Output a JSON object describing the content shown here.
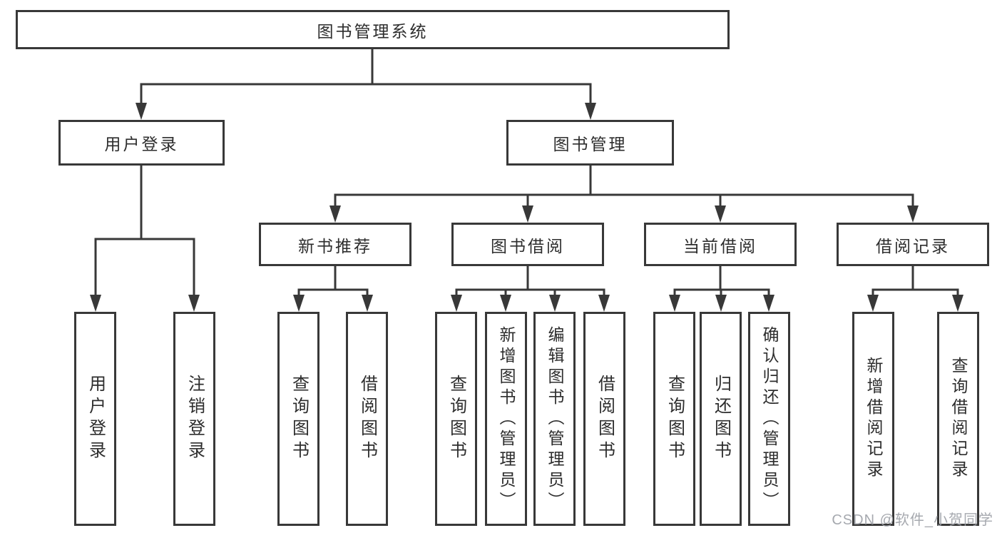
{
  "colors": {
    "line": "#383838",
    "border": "#383838",
    "text": "#2d2d2d",
    "watermark": "#9ca0a6",
    "background": "#ffffff"
  },
  "watermark": {
    "text": "CSDN @软件_小贺同学"
  },
  "tree": {
    "root": {
      "label": "图书管理系统"
    },
    "children": [
      {
        "label": "用户登录",
        "children": [
          {
            "label": "用户登录"
          },
          {
            "label": "注销登录"
          }
        ]
      },
      {
        "label": "图书管理",
        "children": [
          {
            "label": "新书推荐",
            "children": [
              {
                "label": "查询图书"
              },
              {
                "label": "借阅图书"
              }
            ]
          },
          {
            "label": "图书借阅",
            "children": [
              {
                "label": "查询图书"
              },
              {
                "label": "新增图书（管理员）"
              },
              {
                "label": "编辑图书（管理员）"
              },
              {
                "label": "借阅图书"
              }
            ]
          },
          {
            "label": "当前借阅",
            "children": [
              {
                "label": "查询图书"
              },
              {
                "label": "归还图书"
              },
              {
                "label": "确认归还（管理员）"
              }
            ]
          },
          {
            "label": "借阅记录",
            "children": [
              {
                "label": "新增借阅记录"
              },
              {
                "label": "查询借阅记录"
              }
            ]
          }
        ]
      }
    ]
  }
}
